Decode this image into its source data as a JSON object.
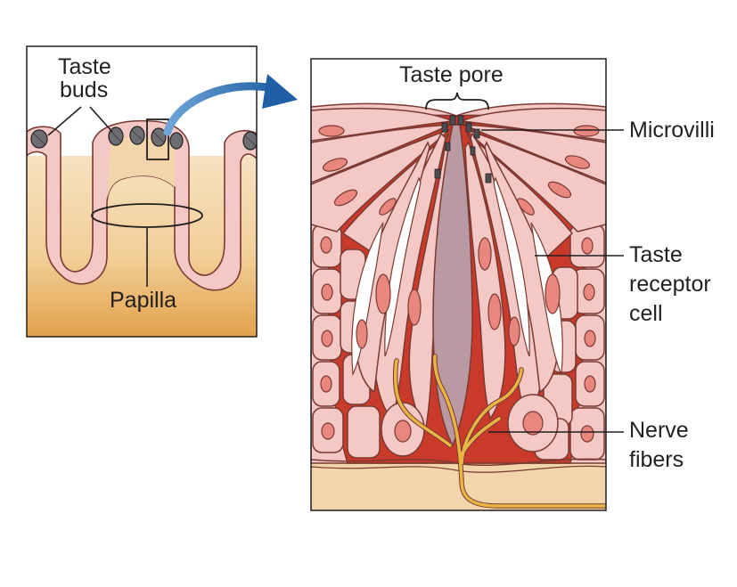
{
  "labels": {
    "taste_buds": [
      "Taste",
      "buds"
    ],
    "papilla": "Papilla",
    "taste_pore": "Taste pore",
    "microvilli": "Microvilli",
    "taste_receptor_cell": [
      "Taste",
      "receptor",
      "cell"
    ],
    "nerve_fibers": [
      "Nerve",
      "fibers"
    ]
  },
  "colors": {
    "background_tissue": "#f3d5ab",
    "background_tissue_deep": "#e6ad58",
    "epithelium": "#f3c8c5",
    "cell_outline": "#7a3a32",
    "nucleus": "#e9867d",
    "red_tissue": "#c93a2a",
    "central_cell": "#b99aa3",
    "nerve": "#e8b545",
    "arrow": "#2b73b6",
    "line": "#231f20"
  }
}
